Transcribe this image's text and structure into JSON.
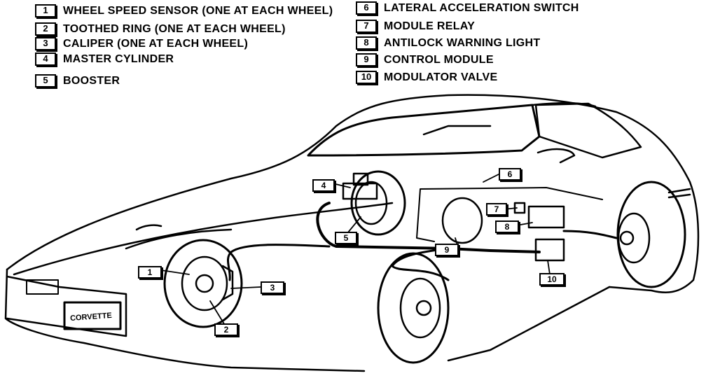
{
  "legend": [
    {
      "num": "1",
      "text": "WHEEL SPEED SENSOR (ONE AT EACH WHEEL)"
    },
    {
      "num": "2",
      "text": "TOOTHED RING (ONE AT EACH WHEEL)"
    },
    {
      "num": "3",
      "text": "CALIPER (ONE AT EACH WHEEL)"
    },
    {
      "num": "4",
      "text": "MASTER CYLINDER"
    },
    {
      "num": "5",
      "text": "BOOSTER"
    },
    {
      "num": "6",
      "text": "LATERAL ACCELERATION SWITCH"
    },
    {
      "num": "7",
      "text": "MODULE RELAY"
    },
    {
      "num": "8",
      "text": "ANTILOCK WARNING LIGHT"
    },
    {
      "num": "9",
      "text": "CONTROL MODULE"
    },
    {
      "num": "10",
      "text": "MODULATOR VALVE"
    }
  ],
  "callouts": [
    "1",
    "2",
    "3",
    "4",
    "5",
    "6",
    "7",
    "8",
    "9",
    "10"
  ],
  "plate_text": "CORVETTE"
}
